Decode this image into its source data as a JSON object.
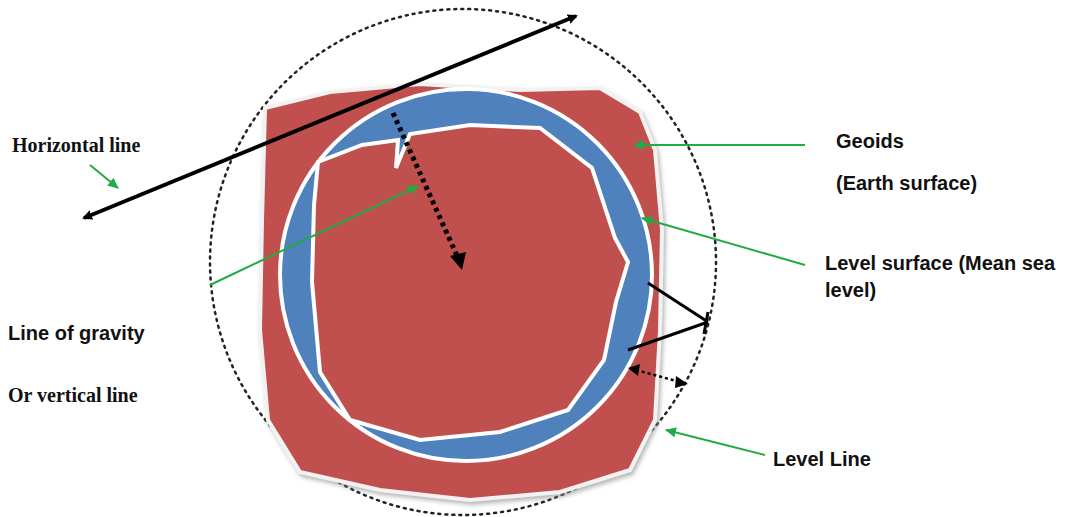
{
  "diagram": {
    "labels": [
      "Horizontal line",
      "Geoids",
      "(Earth surface)",
      "Level surface (Mean sea level)",
      "Line of gravity",
      "Or vertical line",
      "Level Line"
    ]
  }
}
